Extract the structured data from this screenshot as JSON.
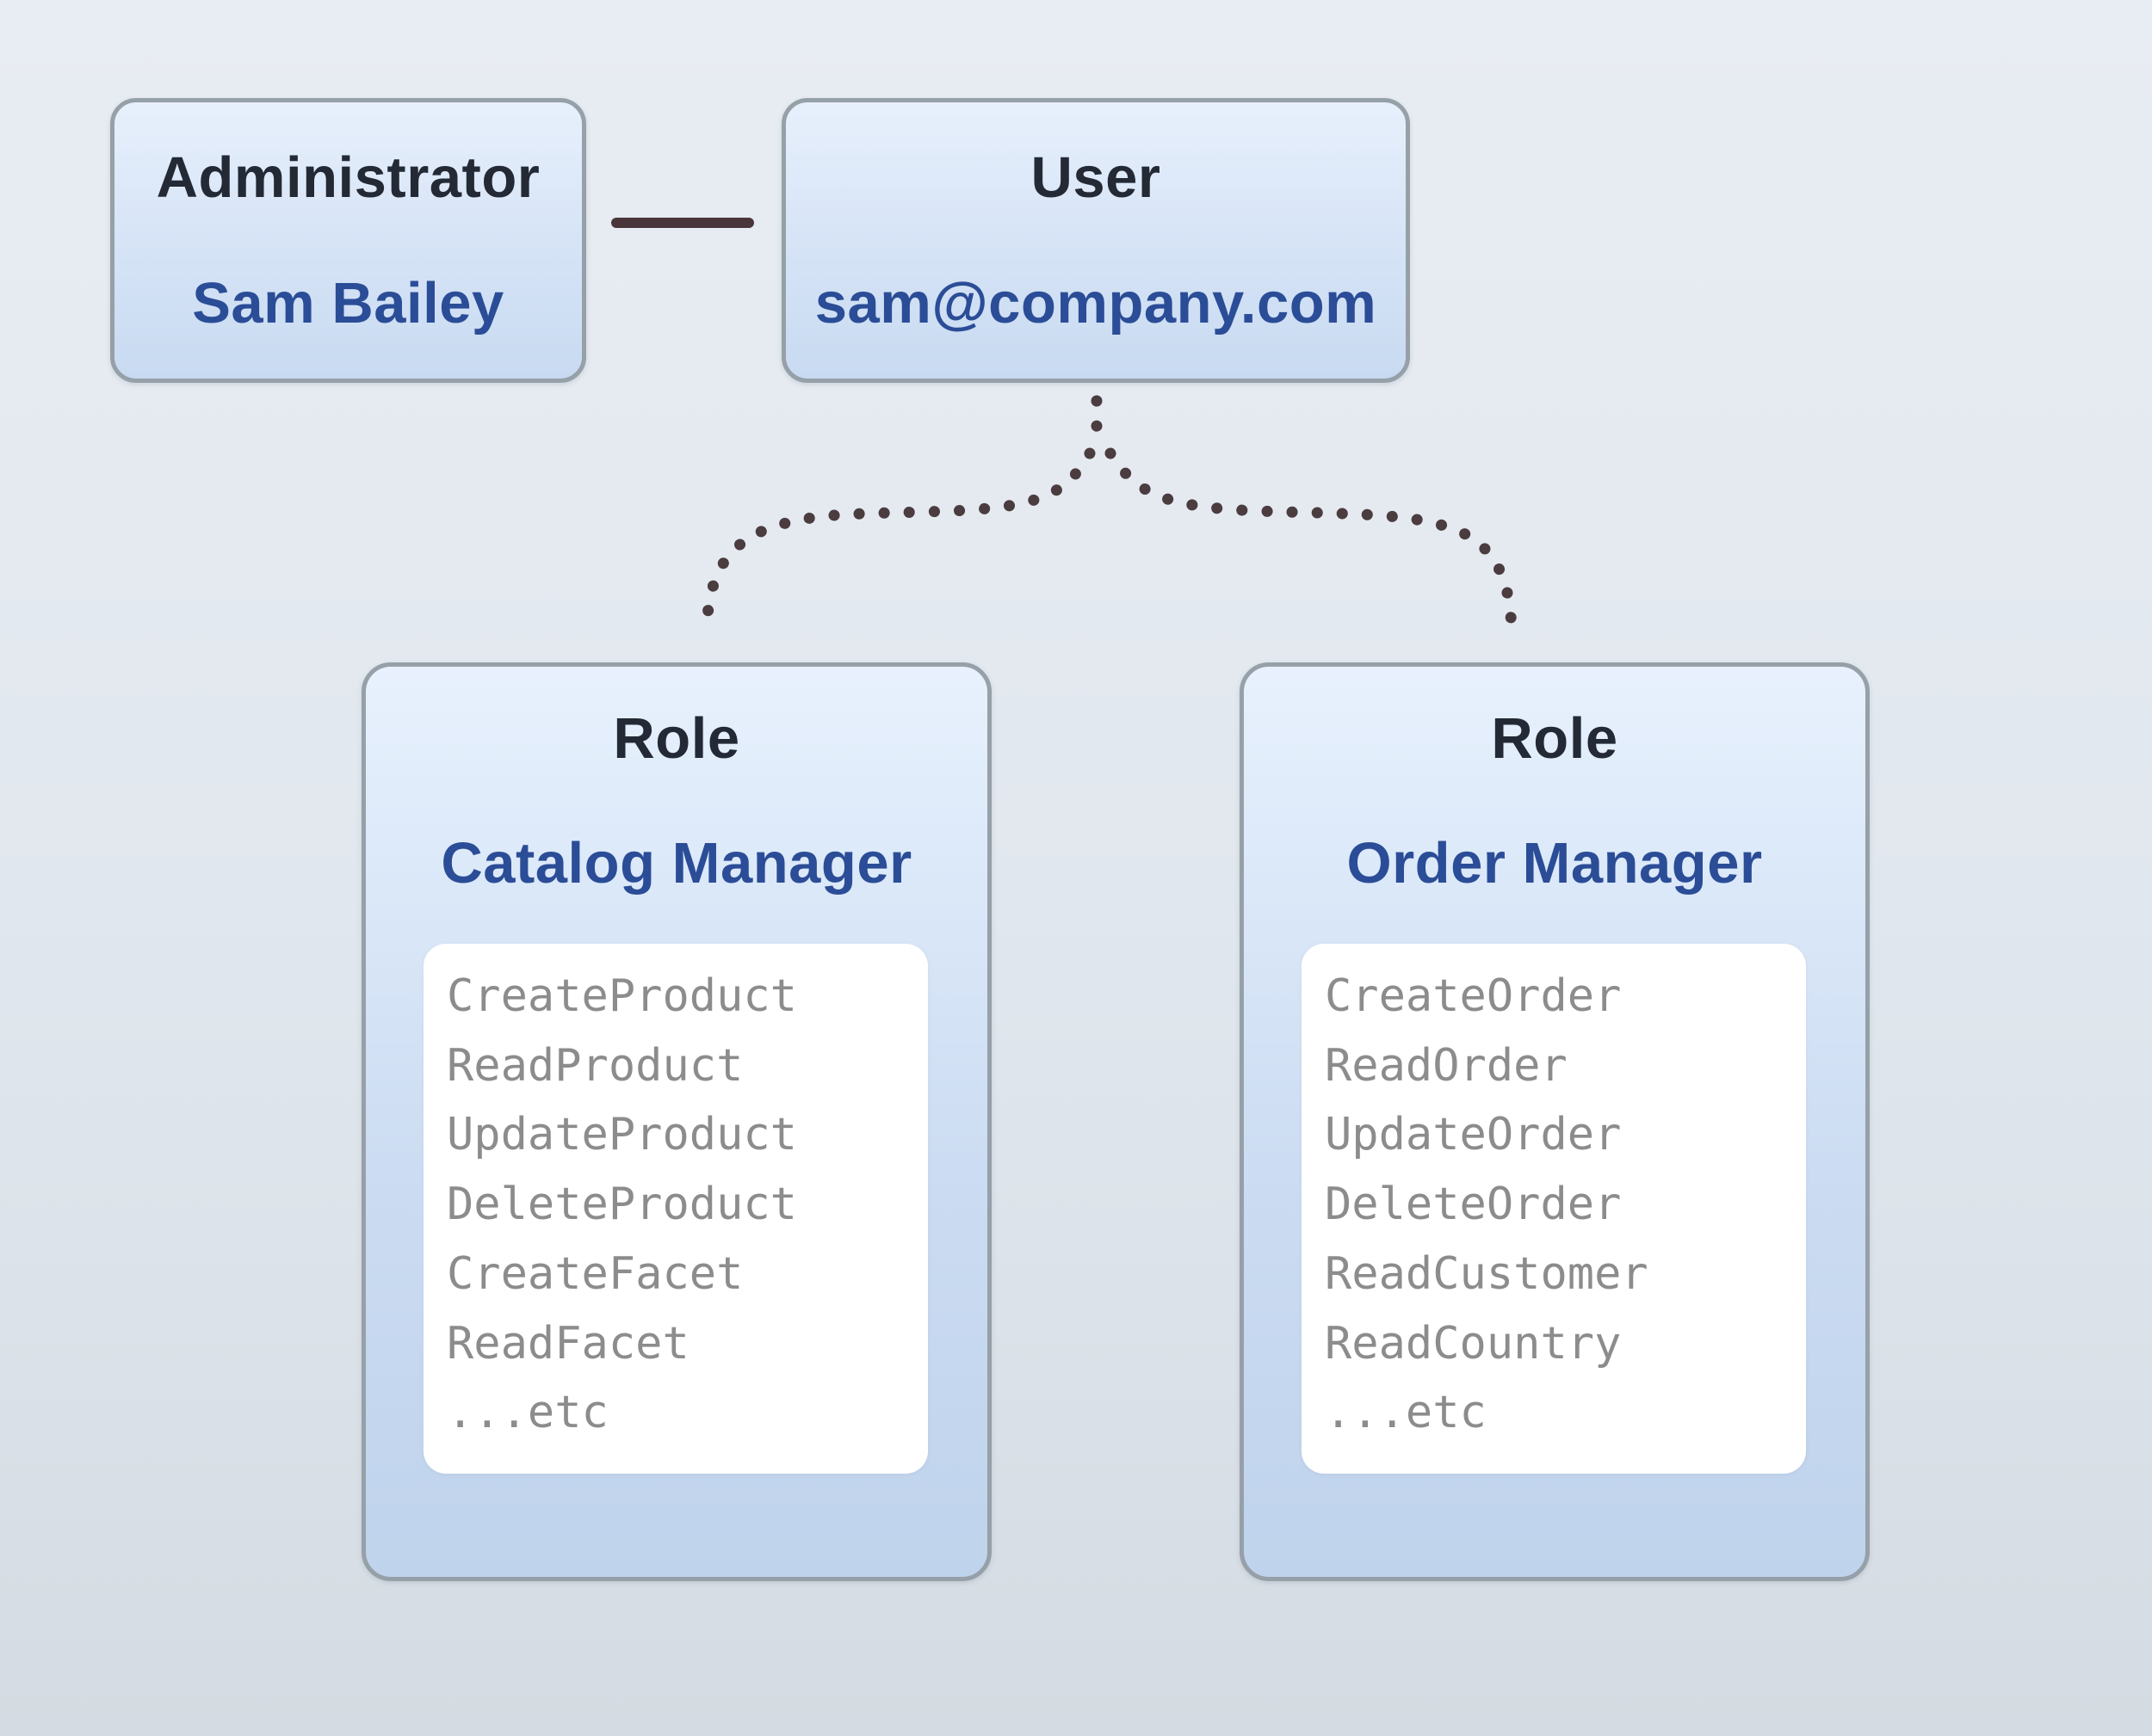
{
  "administrator": {
    "type_label": "Administrator",
    "name": "Sam Bailey"
  },
  "user": {
    "type_label": "User",
    "email": "sam@company.com"
  },
  "roles": [
    {
      "type_label": "Role",
      "name": "Catalog Manager",
      "permissions": [
        "CreateProduct",
        "ReadProduct",
        "UpdateProduct",
        "DeleteProduct",
        "CreateFacet",
        "ReadFacet",
        "...etc"
      ]
    },
    {
      "type_label": "Role",
      "name": "Order Manager",
      "permissions": [
        "CreateOrder",
        "ReadOrder",
        "UpdateOrder",
        "DeleteOrder",
        "ReadCustomer",
        "ReadCountry",
        "...etc"
      ]
    }
  ],
  "colors": {
    "accent_blue": "#2b4d97",
    "heading_dark": "#232a35",
    "box_border": "#96a0a8",
    "box_fill_top": "#e7f0fc",
    "box_fill_bottom": "#bfd3ec",
    "association_line": "#4a363a",
    "dotted_line": "#4b3c40",
    "permission_text": "#8c8c8c",
    "card_background": "#ffffff"
  }
}
